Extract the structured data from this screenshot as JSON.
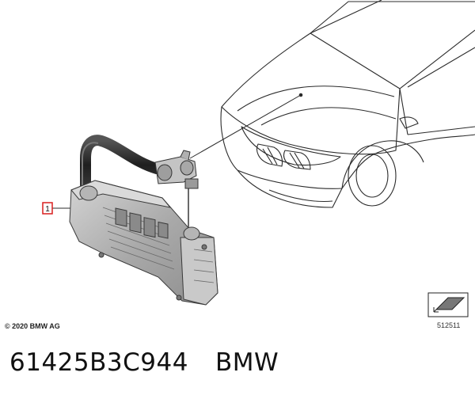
{
  "callout": {
    "label": "1"
  },
  "footer": {
    "copyright": "© 2020 BMW AG",
    "reference_number": "512511"
  },
  "caption": {
    "part_number": "61425B3C944",
    "brand": "BMW"
  },
  "colors": {
    "callout_border": "#d81e1e",
    "line_art": "#2b2b2b",
    "unit_body": "#b8b8b8",
    "hose": "#2e2e2e"
  },
  "icons": {
    "orientation": "arrow-orientation-icon"
  }
}
